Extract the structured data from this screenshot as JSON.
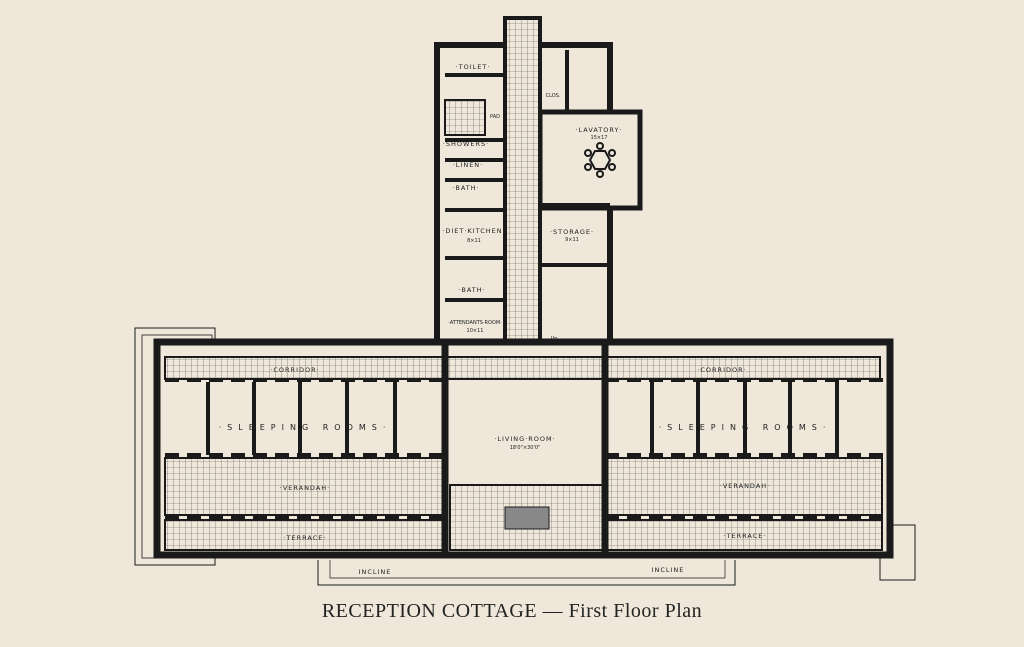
{
  "caption": {
    "title": "RECEPTION COTTAGE",
    "dash": " — ",
    "subtitle": "First Floor Plan"
  },
  "rooms": {
    "toilet": "·TOILET·",
    "closet": "CLOS.",
    "pad": "PAD",
    "showers": "·SHOWERS·",
    "linen": "·LINEN·",
    "bath1": "·BATH·",
    "diet_kitchen": "·DIET·KITCHEN·",
    "diet_kitchen_size": "8×11",
    "bath2": "·BATH·",
    "attendants_room": "·ATTENDANTS·ROOM·",
    "attendants_room_size": "10×11",
    "lavatory": "·LAVATORY·",
    "lavatory_size": "15×17",
    "storage": "·STORAGE·",
    "storage_size": "9×11",
    "up": "Up",
    "corridor_left": "·CORRIDOR·",
    "corridor_right": "·CORRIDOR·",
    "sleeping_left": "·SLEEPING ROOMS·",
    "sleeping_right": "·SLEEPING ROOMS·",
    "living_room": "·LIVING·ROOM·",
    "living_room_size": "18'0\"×30'0\"",
    "verandah_left": "·VERANDAH·",
    "verandah_right": "·VERANDAH·",
    "terrace_left": "·TERRACE·",
    "terrace_right": "·TERRACE·",
    "incline_left": "INCLINE",
    "incline_right": "INCLINE"
  },
  "colors": {
    "paper": "#eee7da",
    "ink": "#1a1a1a"
  }
}
